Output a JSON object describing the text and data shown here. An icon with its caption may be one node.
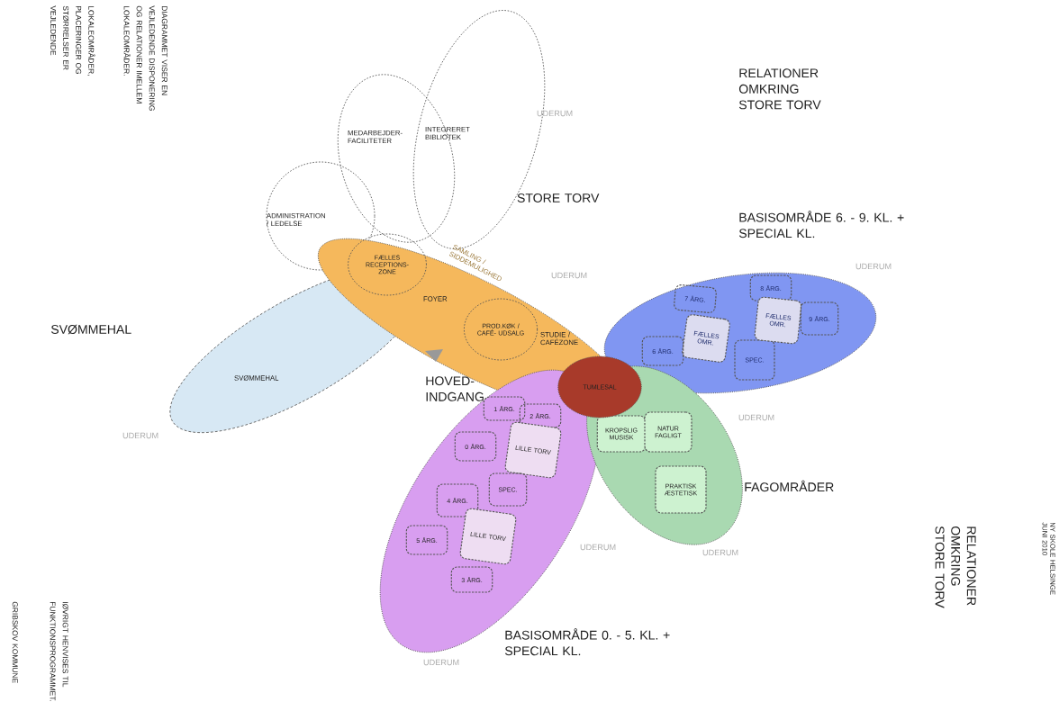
{
  "diagram": {
    "nodes": [
      {
        "text": [
          "MEDARBEJDER- FACILITETER"
        ]
      },
      {
        "text": [
          "INTEGRERET BIBLIOTEK"
        ]
      },
      {
        "text": [
          "ADMINISTRATION / LEDELSE"
        ]
      },
      {
        "text": [
          "SAMLING / SIDDEMULIGHED",
          "FOYER",
          "STUDIE / CAFÉZONE"
        ]
      },
      {
        "text": [
          "FÆLLES RECEPTIONS- ZONE"
        ],
        "in": 3
      },
      {
        "text": [
          "PROD.KØK / CAFÉ- UDSALG"
        ],
        "in": 3
      },
      {
        "text": [
          "BASISOMRÅDE 6. - 9. KL. + SPECIAL KL."
        ]
      },
      {
        "text": [
          "7 ÅRG."
        ],
        "in": 6
      },
      {
        "text": [
          "FÆLLES OMR."
        ],
        "in": 6
      },
      {
        "text": [
          "6 ÅRG."
        ],
        "in": 6
      },
      {
        "text": [
          "SPEC."
        ],
        "in": 6
      },
      {
        "text": [
          "8 ÅRG."
        ],
        "in": 6
      },
      {
        "text": [
          "FÆLLES OMR."
        ],
        "in": 6
      },
      {
        "text": [
          "9 ÅRG."
        ],
        "in": 6
      },
      {
        "text": [
          "SVØMMEHAL",
          "SVØMMEHAL"
        ]
      },
      {
        "text": [
          "TUMLESAL"
        ]
      },
      {
        "text": [
          "FAGOMRÅDER"
        ]
      },
      {
        "text": [
          "KROPSLIG MUSISK"
        ],
        "in": 16
      },
      {
        "text": [
          "NATUR FAGLIGT"
        ],
        "in": 16
      },
      {
        "text": [
          "PRAKTISK ÆSTETISK"
        ],
        "in": 16
      },
      {
        "text": [
          "BASISOMRÅDE 0. - 5. KL. + SPECIAL KL."
        ]
      },
      {
        "text": [
          "1 ÅRG."
        ],
        "in": 20
      },
      {
        "text": [
          "2 ÅRG."
        ],
        "in": 20
      },
      {
        "text": [
          "0 ÅRG."
        ],
        "in": 20
      },
      {
        "text": [
          "LILLE TORV"
        ],
        "in": 20
      },
      {
        "text": [
          "SPEC."
        ],
        "in": 20
      },
      {
        "text": [
          "4 ÅRG."
        ],
        "in": 20
      },
      {
        "text": [
          "5 ÅRG."
        ],
        "in": 20
      },
      {
        "text": [
          "LILLE TORV"
        ],
        "in": 20
      },
      {
        "text": [
          "3 ÅRG."
        ],
        "in": 20
      }
    ],
    "labels": [
      "DIAGRAMMET VISER EN VEJLEDENDE DISPONERING OG RELATIONER IMELLEM LOKALEOMRÅDER.",
      "LOKALEOMRÅDER, PLACERINGER OG STØRRELSER ER VEJLEDENDE",
      "RELATIONER OMKRING STORE TORV",
      "UDERUM",
      "STORE TORV",
      "UDERUM",
      "UDERUM",
      "HOVED- INDGANG",
      "UDERUM",
      "UDERUM",
      "UDERUM",
      "UDERUM",
      "UDERUM",
      "RELATIONER OMKRING STORE TORV",
      "NY SKOLE HELSINGE JUNI 2010",
      "IØVRIGT HENVISES TIL FUNKTIONSPROGRAMMET.",
      "GRIBSKOV KOMMUNE"
    ]
  }
}
